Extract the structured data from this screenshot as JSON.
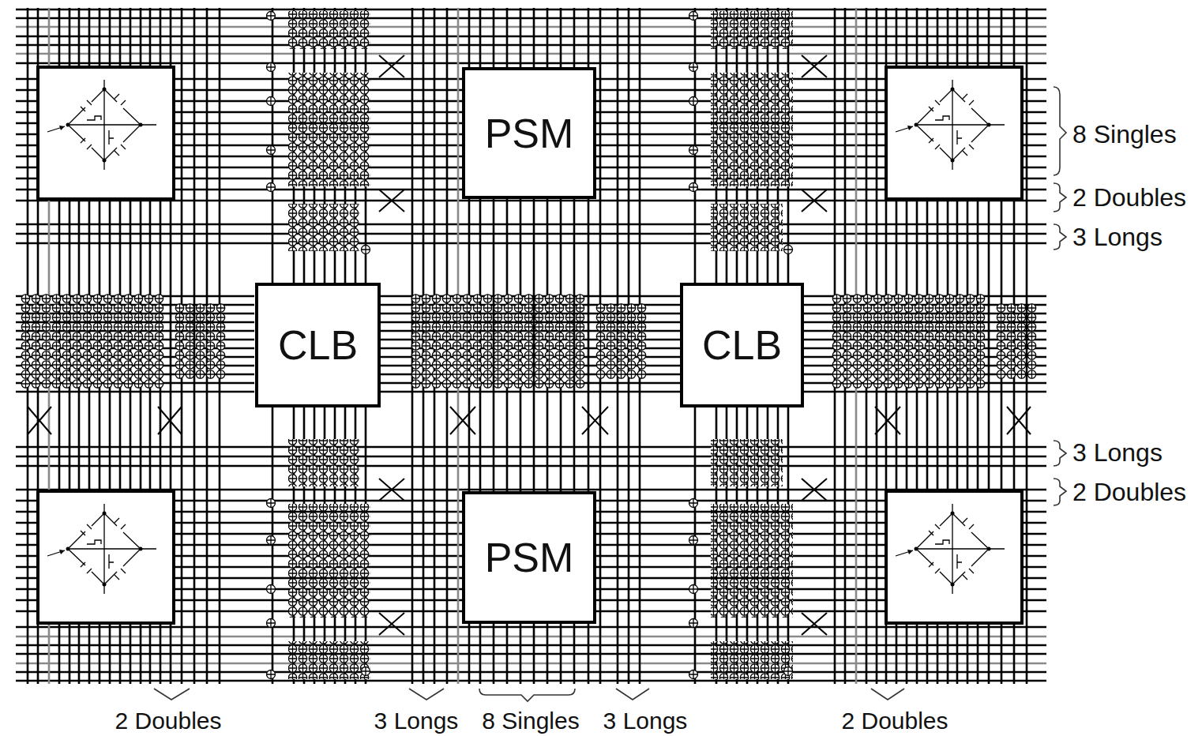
{
  "diagram": {
    "nodes": [
      {
        "text": [
          "PSM"
        ]
      },
      {
        "text": [
          "CLB"
        ]
      },
      {
        "text": [
          "CLB"
        ]
      },
      {
        "text": [
          "PSM"
        ]
      }
    ],
    "labels": [
      "8 Singles",
      "2 Doubles",
      "3 Longs",
      "3 Longs",
      "2 Doubles",
      "2 Doubles",
      "3 Longs",
      "8 Singles",
      "3 Longs",
      "2 Doubles"
    ]
  }
}
